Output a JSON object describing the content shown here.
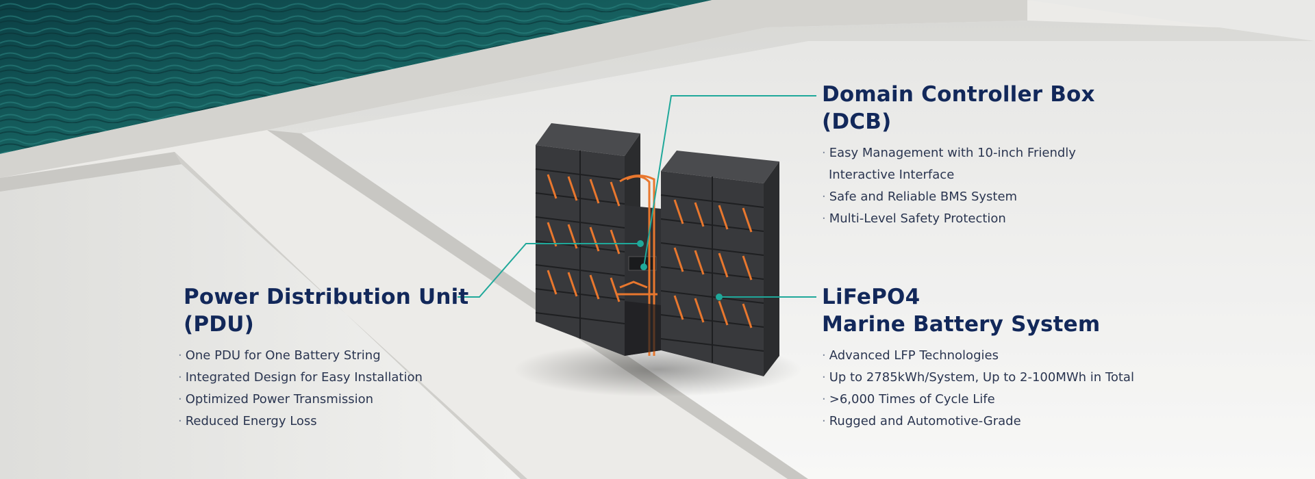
{
  "colors": {
    "heading": "#12285a",
    "text": "#2a3550",
    "accent_line": "#1fa89a",
    "cable": "#e8772e",
    "rack": "#3c3d40",
    "sea": "#0f4d50"
  },
  "dcb": {
    "title_line1": "Domain Controller Box",
    "title_line2": "(DCB)",
    "items": [
      "Easy Management with 10-inch Friendly",
      "Interactive Interface",
      "Safe and Reliable BMS System",
      "Multi-Level Safety Protection"
    ]
  },
  "pdu": {
    "title_line1": "Power Distribution Unit",
    "title_line2": "(PDU)",
    "items": [
      "One PDU for One Battery String",
      "Integrated Design for Easy Installation",
      "Optimized Power Transmission",
      "Reduced Energy Loss"
    ]
  },
  "battery": {
    "title_line1": "LiFePO4",
    "title_line2": "Marine Battery System",
    "items": [
      "Advanced LFP Technologies",
      "Up to 2785kWh/System, Up to 2-100MWh in Total",
      ">6,000 Times of Cycle Life",
      "Rugged and Automotive-Grade"
    ]
  },
  "bullet": "·"
}
